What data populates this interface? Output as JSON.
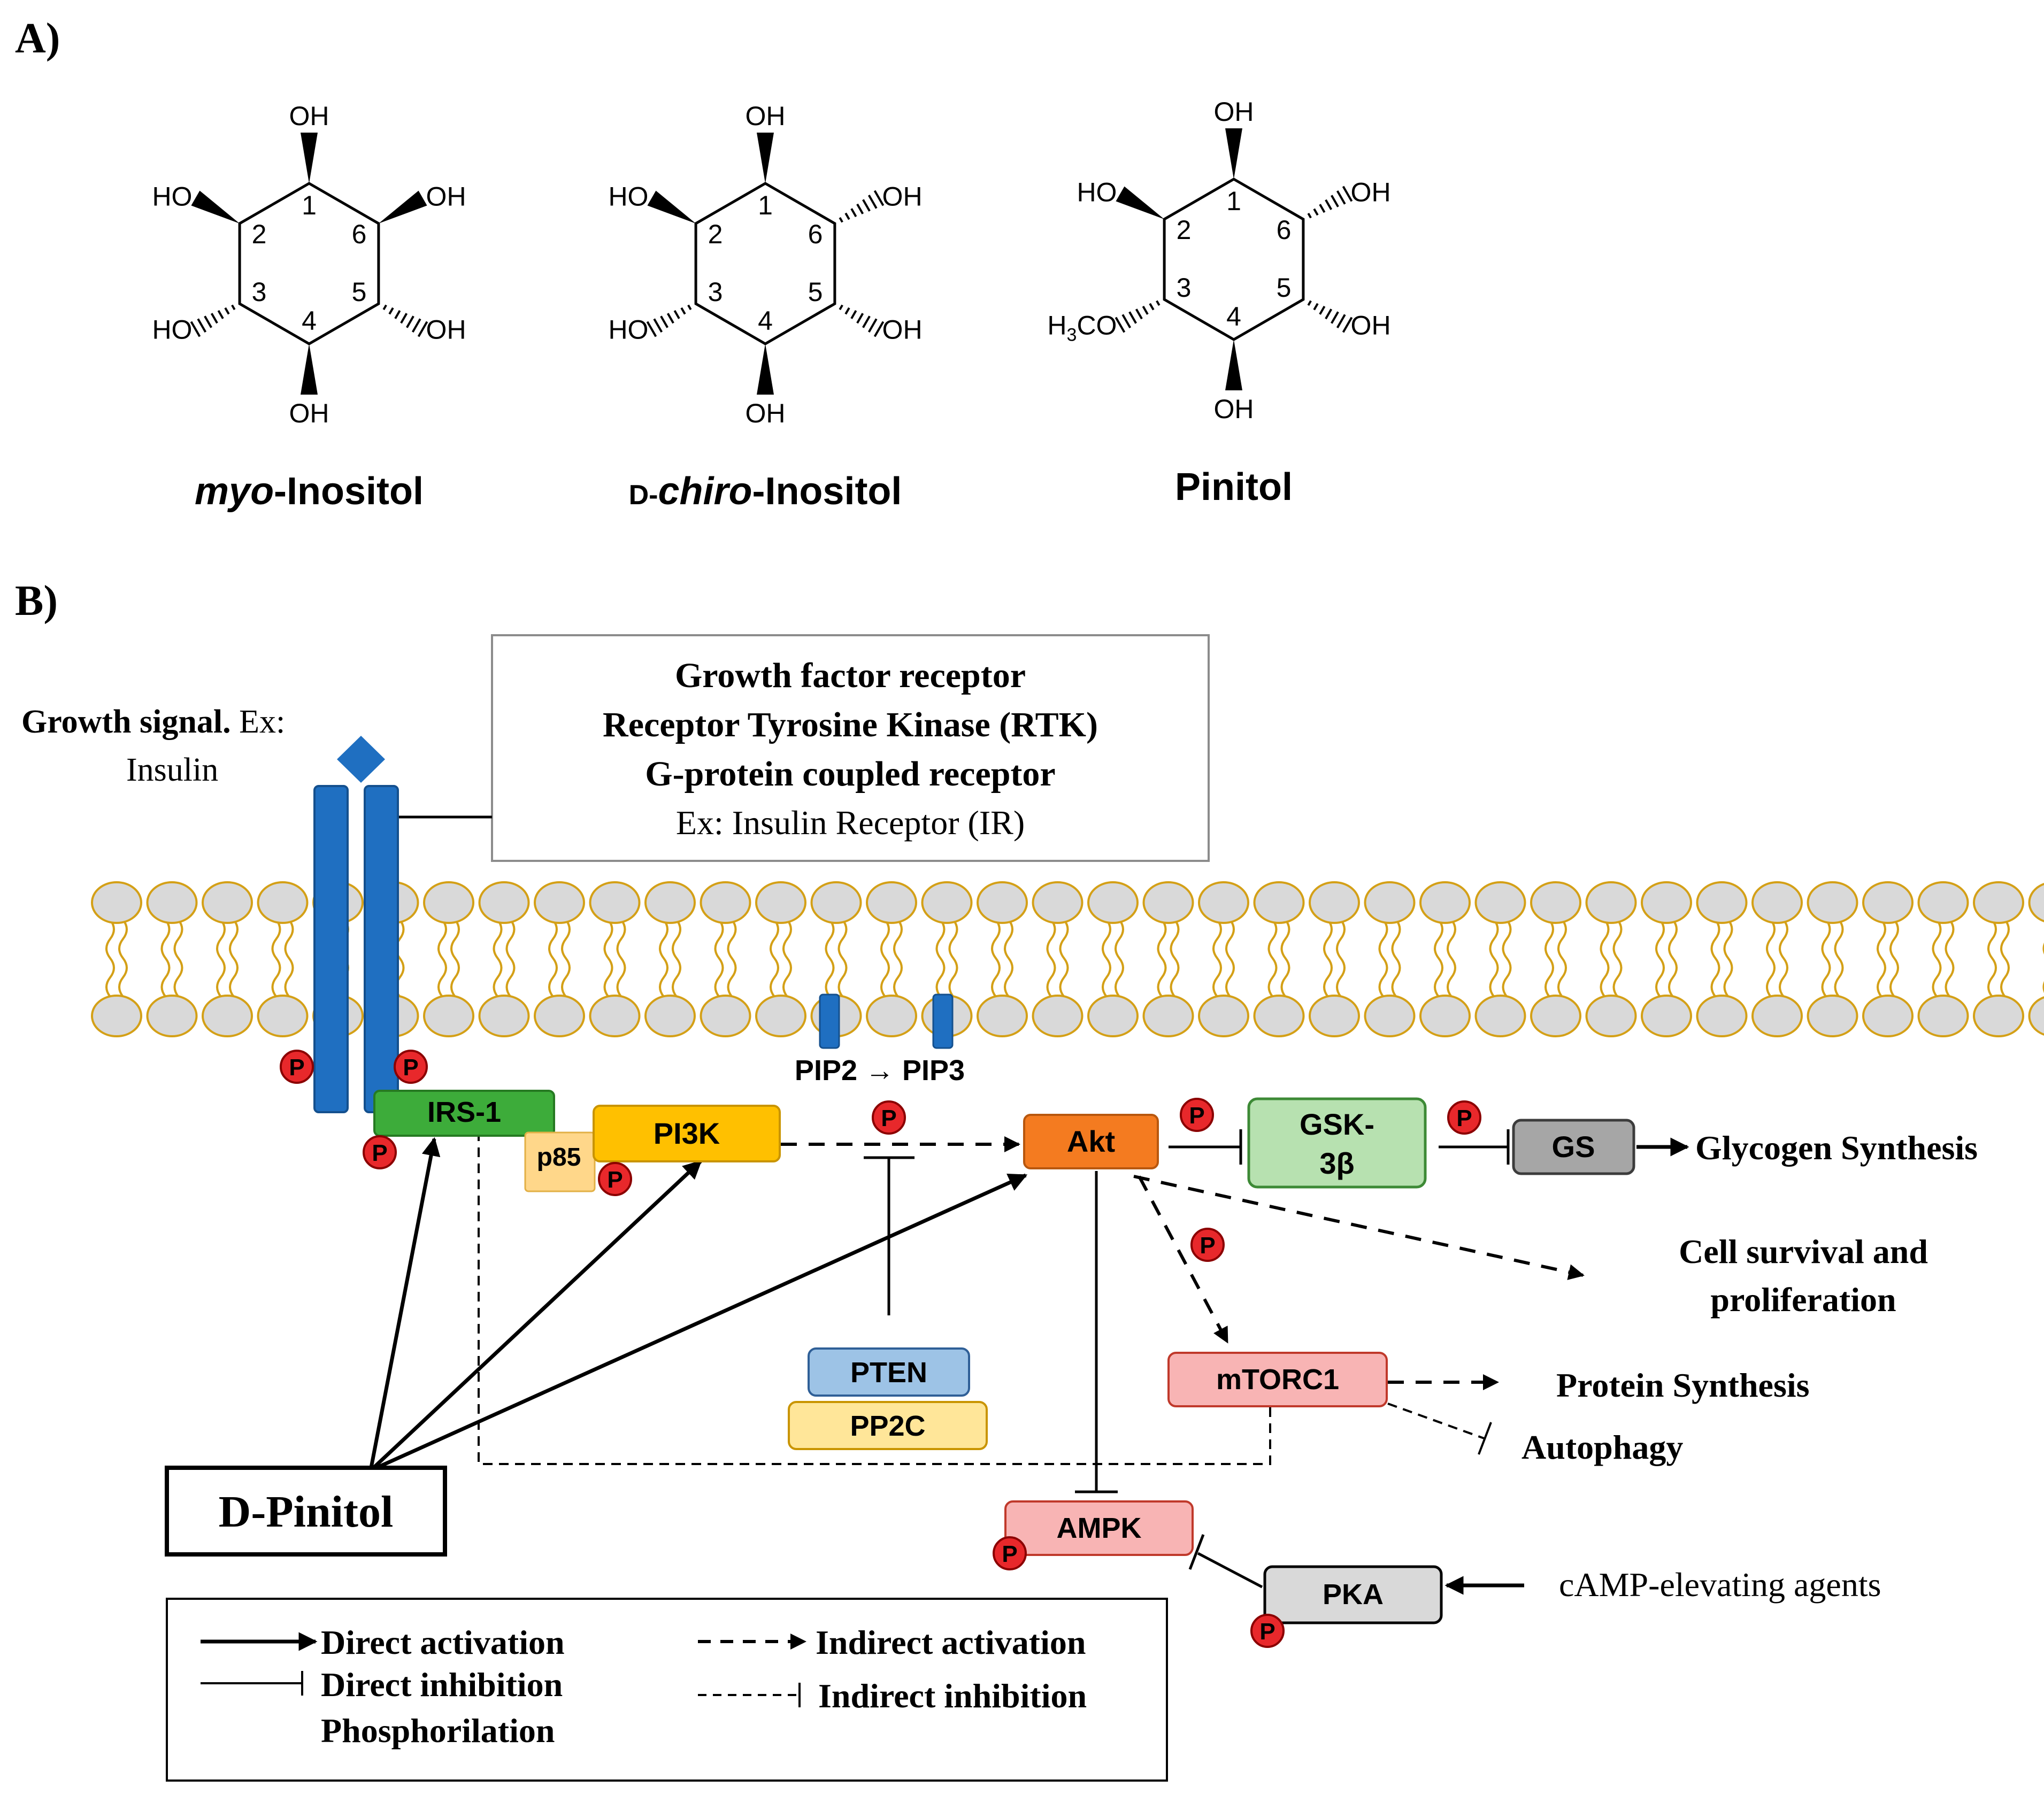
{
  "panel_a": {
    "label": "A)",
    "molecules": [
      {
        "name_prefix": "myo",
        "name_suffix": "-Inositol",
        "atoms": {
          "n1": "1",
          "n2": "2",
          "n3": "3",
          "n4": "4",
          "n5": "5",
          "n6": "6"
        },
        "groups": {
          "top": "OH",
          "bottom": "OH",
          "upper_left": "HO",
          "upper_right": "OH",
          "lower_left": "HO",
          "lower_right": "OH"
        }
      },
      {
        "name_prefix": "D-",
        "name_italic": "chiro",
        "name_suffix": "-Inositol",
        "atoms": {
          "n1": "1",
          "n2": "2",
          "n3": "3",
          "n4": "4",
          "n5": "5",
          "n6": "6"
        },
        "groups": {
          "top": "OH",
          "bottom": "OH",
          "upper_left": "HO",
          "upper_right": "OH",
          "lower_left": "HO",
          "lower_right": "OH"
        }
      },
      {
        "name": "Pinitol",
        "atoms": {
          "n1": "1",
          "n2": "2",
          "n3": "3",
          "n4": "4",
          "n5": "5",
          "n6": "6"
        },
        "groups": {
          "top": "OH",
          "bottom": "OH",
          "upper_left": "HO",
          "upper_right": "OH",
          "lower_left_pre": "H",
          "lower_left_sub": "3",
          "lower_left_post": "CO",
          "lower_right": "OH"
        }
      }
    ]
  },
  "panel_b": {
    "label": "B)",
    "growth_signal": {
      "bold": "Growth signal.",
      "normal": " Ex:",
      "line2": "Insulin"
    },
    "receptor_box": {
      "line1": "Growth factor receptor",
      "line2": "Receptor Tyrosine Kinase (RTK)",
      "line3": "G-protein coupled receptor",
      "line4": "Ex: Insulin Receptor (IR)"
    },
    "pip_label": "PIP2 → PIP3",
    "phospho": "P",
    "nodes": {
      "irs1": "IRS-1",
      "p85": "p85",
      "pi3k": "PI3K",
      "akt": "Akt",
      "gsk_line1": "GSK-",
      "gsk_line2": "3β",
      "gs": "GS",
      "pten": "PTEN",
      "pp2c": "PP2C",
      "mtorc1": "mTORC1",
      "ampk": "AMPK",
      "pka": "PKA",
      "dpinitol": "D-Pinitol"
    },
    "outcomes": {
      "glycogen": "Glycogen Synthesis",
      "survival_line1": "Cell survival and",
      "survival_line2": "proliferation",
      "protein": "Protein Synthesis",
      "autophagy": "Autophagy",
      "camp": "cAMP-elevating agents"
    },
    "legend": {
      "direct_activation": "Direct activation",
      "direct_inhibition": "Direct inhibition",
      "phosphorylation": "Phosphorilation",
      "indirect_activation": "Indirect activation",
      "indirect_inhibition": "Indirect inhibition"
    },
    "colors": {
      "receptor": "#1f6fc1",
      "irs1": "#3dac3a",
      "pi3k": "#ffc000",
      "p85": "#ffd78a",
      "akt": "#f47b20",
      "gsk": "#b7e1b0",
      "gs": "#a6a6a6",
      "pten": "#9dc3e6",
      "pp2c": "#ffe699",
      "mtorc1": "#f8b4b4",
      "ampk": "#f8b4b4",
      "pka": "#d9d9d9",
      "phospho": "#e8282b",
      "membrane_head": "#d9d9d9",
      "membrane_outline": "#d4a017"
    }
  }
}
